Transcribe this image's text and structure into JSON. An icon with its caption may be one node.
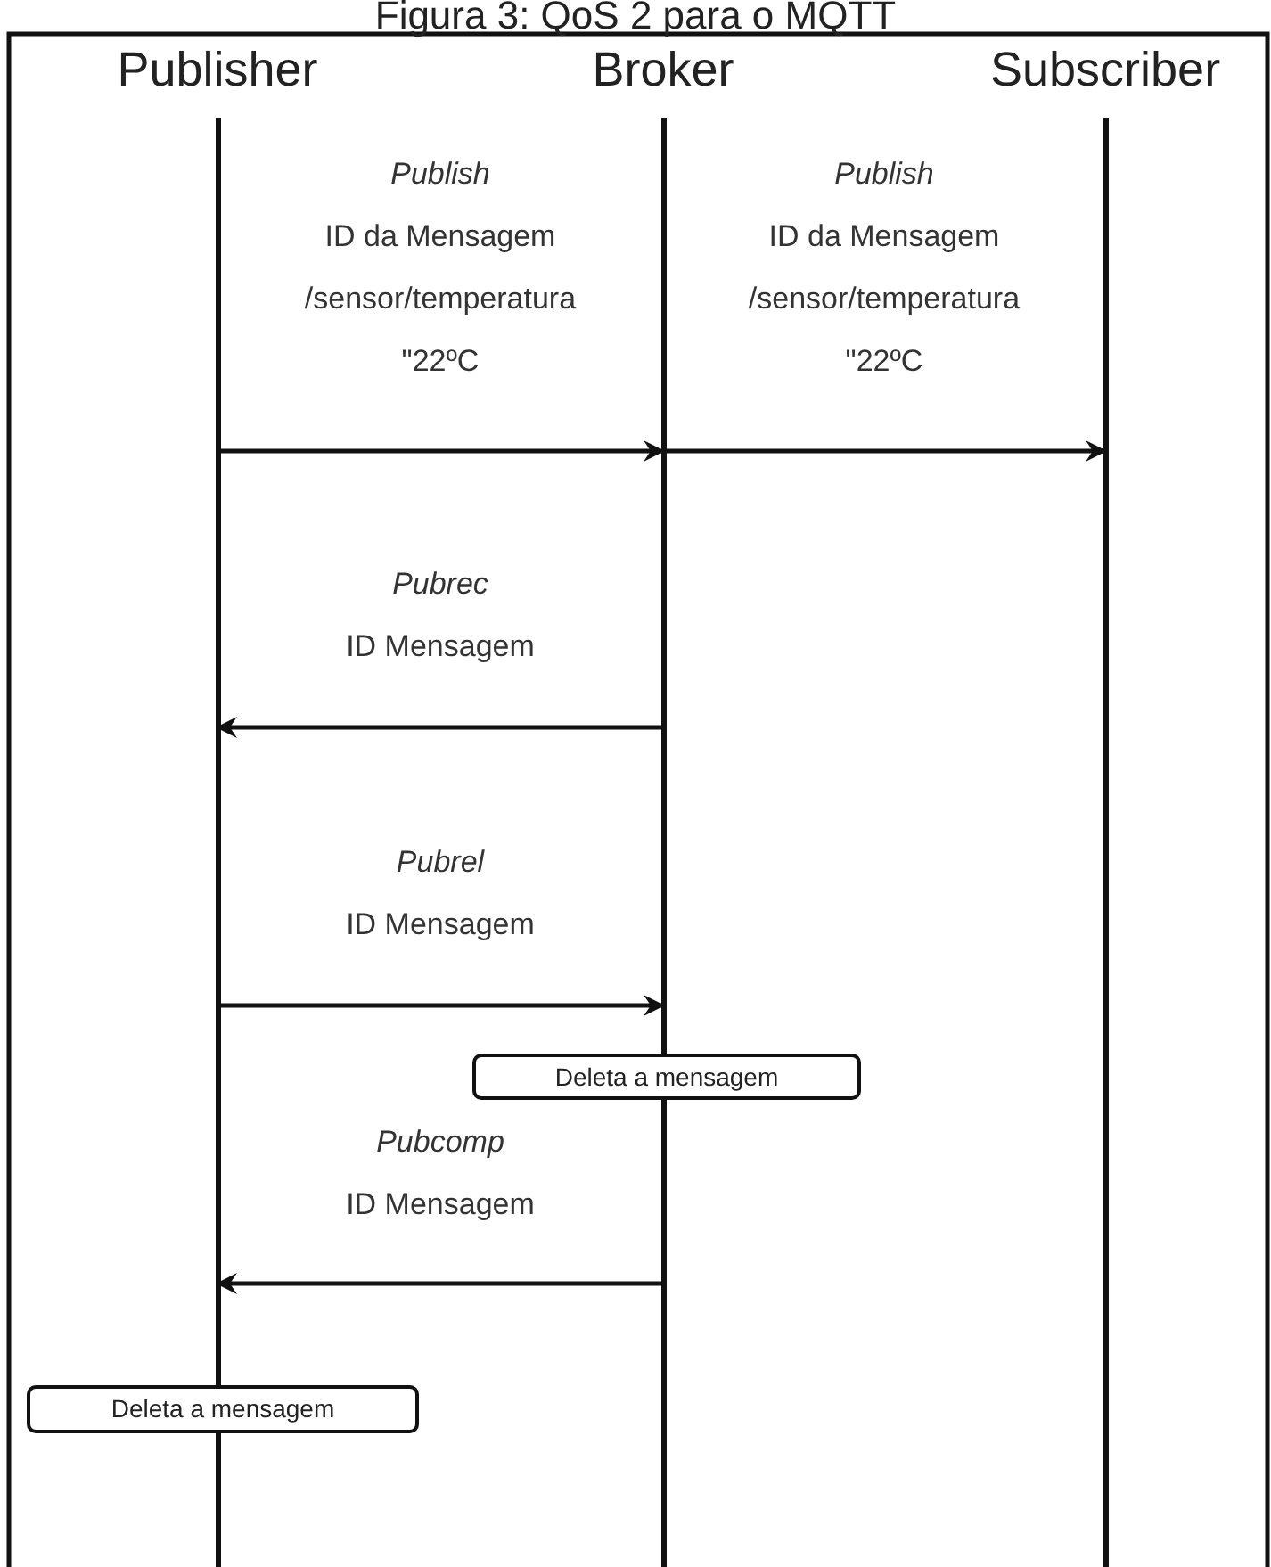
{
  "diagram": {
    "title": "Figura 3: QoS 2 para o MQTT",
    "nodes": [
      {
        "text": [
          "Publisher"
        ]
      },
      {
        "text": [
          "Broker"
        ]
      },
      {
        "text": [
          "Subscriber"
        ]
      },
      {
        "text": [
          "Deleta a mensagem"
        ]
      },
      {
        "text": [
          "Deleta a mensagem"
        ]
      }
    ],
    "edges": [
      {
        "from": 0,
        "to": 1,
        "arrow": "to",
        "label": "*Publish* ID da Mensagem /sensor/temperatura \"22ºC"
      },
      {
        "from": 1,
        "to": 2,
        "arrow": "to",
        "label": "*Publish* ID da Mensagem /sensor/temperatura \"22ºC"
      },
      {
        "from": 1,
        "to": 0,
        "arrow": "to",
        "label": "*Pubrec* ID Mensagem"
      },
      {
        "from": 0,
        "to": 1,
        "arrow": "to",
        "label": "*Pubrel* ID Mensagem"
      },
      {
        "from": 1,
        "to": 0,
        "arrow": "to",
        "label": "*Pubcomp* ID Mensagem"
      }
    ]
  }
}
